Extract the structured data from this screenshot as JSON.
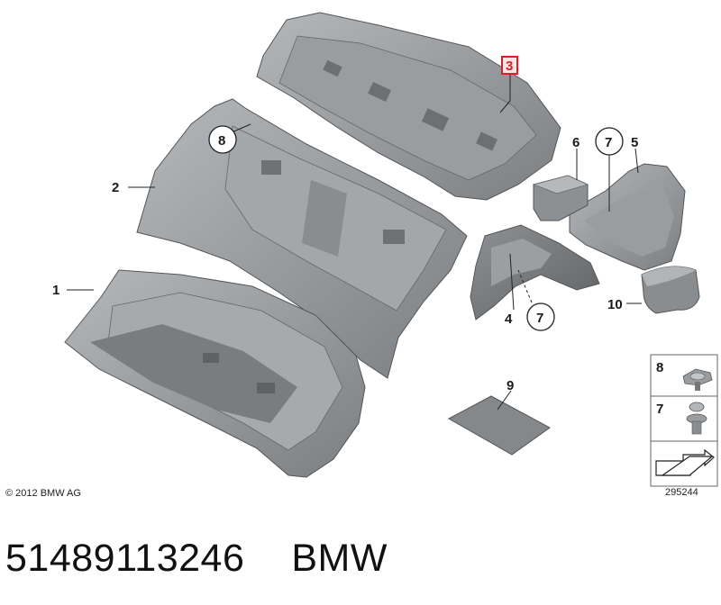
{
  "diagram": {
    "callouts": [
      {
        "id": "callout-1",
        "text": "1"
      },
      {
        "id": "callout-2",
        "text": "2"
      },
      {
        "id": "callout-3",
        "text": "3",
        "highlighted": true
      },
      {
        "id": "callout-4",
        "text": "4"
      },
      {
        "id": "callout-5",
        "text": "5"
      },
      {
        "id": "callout-6",
        "text": "6"
      },
      {
        "id": "callout-7a",
        "text": "7",
        "circled": true
      },
      {
        "id": "callout-7b",
        "text": "7",
        "circled": true
      },
      {
        "id": "callout-8",
        "text": "8",
        "circled": true
      },
      {
        "id": "callout-9",
        "text": "9"
      },
      {
        "id": "callout-10",
        "text": "10"
      }
    ],
    "legend": [
      {
        "text": "8",
        "icon": "push-rivet-clip-icon"
      },
      {
        "text": "7",
        "icon": "expanding-rivet-icon"
      },
      {
        "text": "",
        "icon": "arrow-reference-icon"
      }
    ],
    "copyright": "© 2012 BMW AG",
    "diagram_number": "295244",
    "highlight_color": "#d2232a",
    "part_color": "#8c8f92"
  },
  "footer": {
    "part_number": "51489113246",
    "brand": "BMW"
  }
}
